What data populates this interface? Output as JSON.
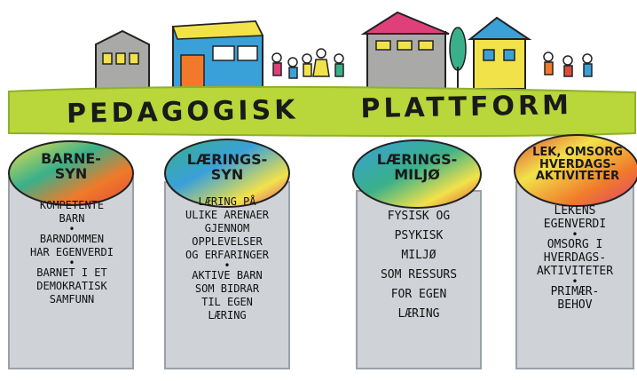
{
  "title": {
    "word1": "PEDAGOGISK",
    "word2": "PLATTFORM"
  },
  "columns": [
    {
      "label_lines": [
        "BARNE-",
        "SYN"
      ],
      "items": [
        [
          "KOMPETENTE",
          "BARN"
        ],
        [
          "BARNDOMMEN",
          "HAR EGENVERDI"
        ],
        [
          "BARNET I ET",
          "DEMOKRATISK",
          "SAMFUNN"
        ]
      ]
    },
    {
      "label_lines": [
        "LÆRINGS-",
        "SYN"
      ],
      "items": [
        [
          "LÆRING PÅ",
          "ULIKE ARENAER",
          "GJENNOM",
          "OPPLEVELSER",
          "OG ERFARINGER"
        ],
        [
          "AKTIVE BARN",
          "SOM BIDRAR",
          "TIL EGEN",
          "LÆRING"
        ]
      ]
    },
    {
      "label_lines": [
        "LÆRINGS-",
        "MILJØ"
      ],
      "items": [
        [
          "FYSISK OG",
          "PSYKISK",
          "MILJØ",
          "SOM RESSURS",
          "FOR EGEN",
          "LÆRING"
        ]
      ]
    },
    {
      "label_lines": [
        "LEK, OMSORG",
        "HVERDAGS-",
        "AKTIVITETER"
      ],
      "items": [
        [
          "LEKENS",
          "EGENVERDI"
        ],
        [
          "OMSORG I",
          "HVERDAGS-",
          "AKTIVITETER"
        ],
        [
          "PRIMÆR-",
          "BEHOV"
        ]
      ]
    }
  ],
  "colors": {
    "plank": "#b9d63a",
    "plank_dark": "#8fb02a",
    "pillar": "#cfd2d6",
    "pillar_line": "#9aa0a6",
    "house_gray": "#a9aaa8",
    "house_blue": "#3aa0d8",
    "house_yellow": "#f2e24a",
    "roof_pink": "#e0407a",
    "roof_red": "#e04a3a",
    "door_orange": "#f07a2a",
    "tree": "#3ab08a"
  }
}
